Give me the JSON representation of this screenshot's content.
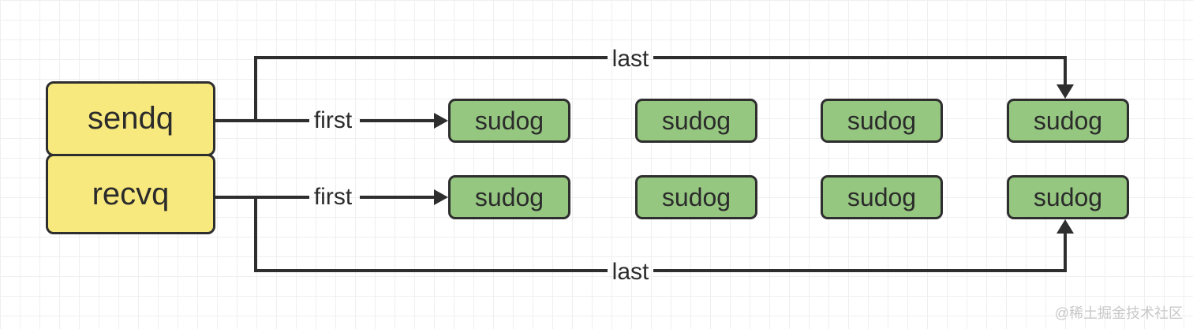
{
  "colors": {
    "stroke": "#2E2E2E",
    "queue_fill": "#F7E97E",
    "node_fill": "#95C780",
    "label_text": "#2B2B2B",
    "grid_line": "#EFEFEF",
    "canvas_bg": "#FFFFFF",
    "watermark_text": "#C8C8C8"
  },
  "queues": [
    {
      "label": "sendq"
    },
    {
      "label": "recvq"
    }
  ],
  "rows": [
    {
      "queue": "sendq",
      "first_label": "first",
      "last_label": "last",
      "nodes": [
        {
          "label": "sudog"
        },
        {
          "label": "sudog"
        },
        {
          "label": "sudog"
        },
        {
          "label": "sudog"
        }
      ]
    },
    {
      "queue": "recvq",
      "first_label": "first",
      "last_label": "last",
      "nodes": [
        {
          "label": "sudog"
        },
        {
          "label": "sudog"
        },
        {
          "label": "sudog"
        },
        {
          "label": "sudog"
        }
      ]
    }
  ],
  "watermark": {
    "text": "@稀土掘金技术社区"
  }
}
